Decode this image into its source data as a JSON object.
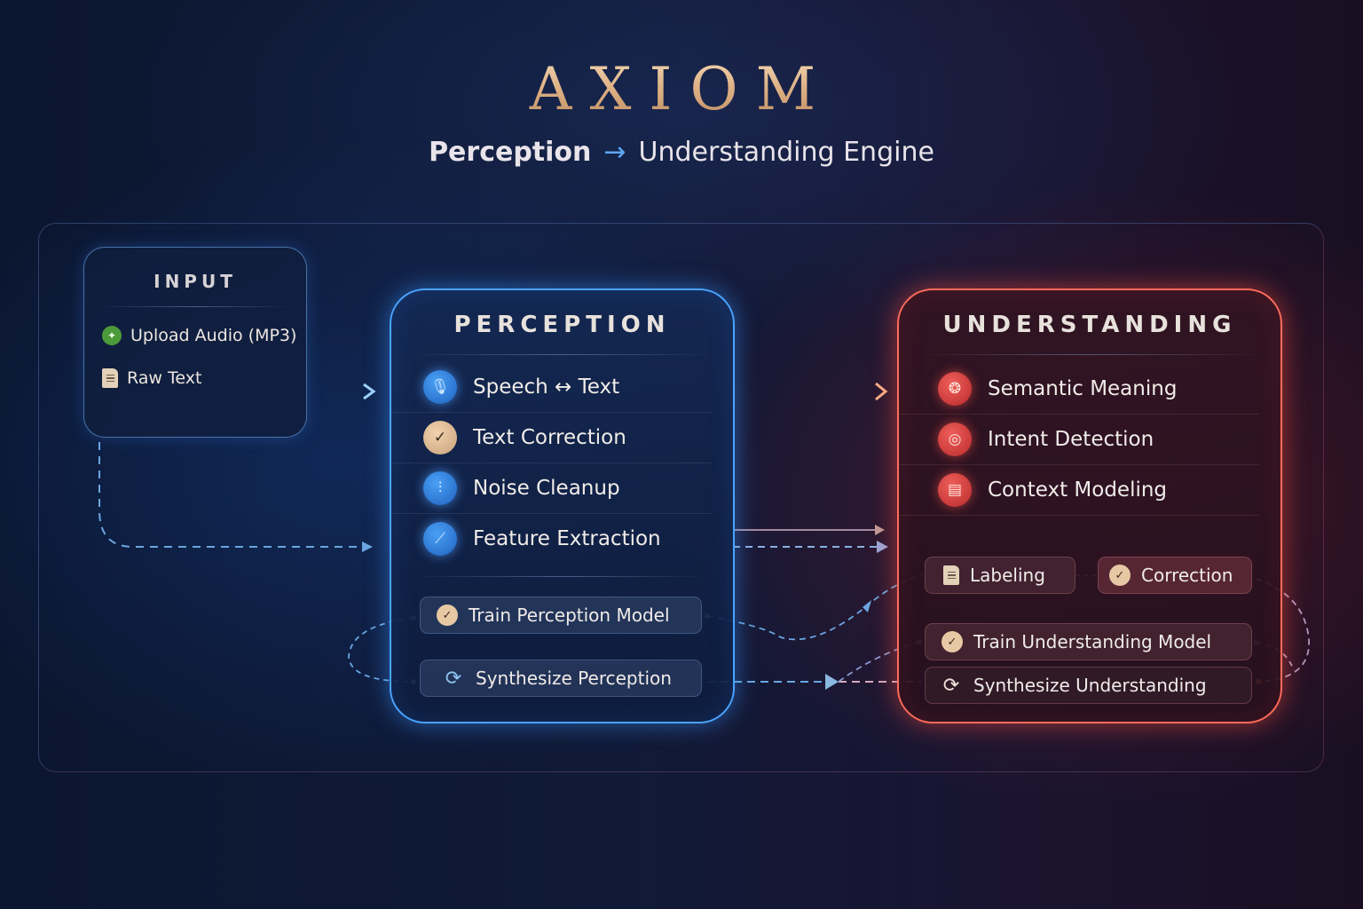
{
  "header": {
    "title": "AXIOM",
    "subtitle_left": "Perception",
    "subtitle_arrow": "→",
    "subtitle_right": "Understanding Engine"
  },
  "input": {
    "title": "INPUT",
    "items": [
      {
        "label": "Upload Audio (MP3)",
        "icon": "audio-wave-icon"
      },
      {
        "label": "Raw Text",
        "icon": "document-icon"
      }
    ]
  },
  "perception": {
    "title": "PERCEPTION",
    "items": [
      {
        "label": "Speech ↔ Text",
        "icon": "microphone-icon"
      },
      {
        "label": "Text Correction",
        "icon": "checkmark-icon"
      },
      {
        "label": "Noise Cleanup",
        "icon": "waveform-icon"
      },
      {
        "label": "Feature Extraction",
        "icon": "line-chart-icon"
      }
    ],
    "actions": [
      {
        "label": "Train Perception Model",
        "icon": "checkmark-icon"
      },
      {
        "label": "Synthesize Perception",
        "icon": "sync-icon"
      }
    ]
  },
  "understanding": {
    "title": "UNDERSTANDING",
    "items": [
      {
        "label": "Semantic Meaning",
        "icon": "brain-icon"
      },
      {
        "label": "Intent Detection",
        "icon": "target-icon"
      },
      {
        "label": "Context Modeling",
        "icon": "layers-icon"
      }
    ],
    "tags": [
      {
        "label": "Labeling",
        "icon": "document-icon"
      },
      {
        "label": "Correction",
        "icon": "checkmark-icon"
      }
    ],
    "actions": [
      {
        "label": "Train Understanding Model",
        "icon": "checkmark-icon"
      },
      {
        "label": "Synthesize Understanding",
        "icon": "sync-icon"
      }
    ]
  },
  "colors": {
    "perception_accent": "#4aa3ff",
    "understanding_accent": "#ff6b5a",
    "title_gold": "#e2bd94",
    "background": "#101a38"
  }
}
